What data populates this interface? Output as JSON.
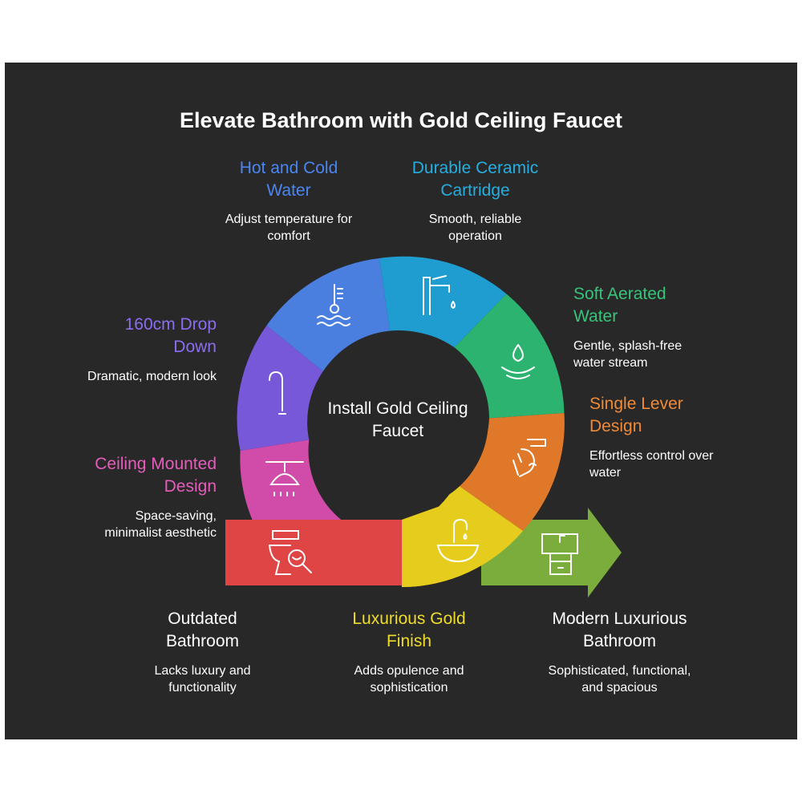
{
  "title": "Elevate Bathroom with Gold Ceiling Faucet",
  "center_label": "Install Gold Ceiling Faucet",
  "colors": {
    "background": "#282828",
    "hot_cold": "#4a7fe0",
    "ceramic": "#1f9dd0",
    "aerated": "#2bb36f",
    "lever": "#e0782a",
    "drop": "#7658d8",
    "ceiling": "#d04ca8",
    "outdated": "#e04545",
    "gold": "#e6cc1c",
    "modern": "#7bad3c"
  },
  "steps": {
    "hot_cold": {
      "title": "Hot and Cold Water",
      "desc": "Adjust temperature for comfort",
      "icon": "thermometer-water-icon"
    },
    "ceramic": {
      "title": "Durable Ceramic Cartridge",
      "desc": "Smooth, reliable operation",
      "icon": "faucet-icon"
    },
    "aerated": {
      "title": "Soft Aerated Water",
      "desc": "Gentle, splash-free water stream",
      "icon": "water-drop-icon"
    },
    "lever": {
      "title": "Single Lever Design",
      "desc": "Effortless control over water",
      "icon": "hand-lever-icon"
    },
    "drop": {
      "title": "160cm Drop Down",
      "desc": "Dramatic, modern look",
      "icon": "drop-pipe-icon"
    },
    "ceiling": {
      "title": "Ceiling Mounted Design",
      "desc": "Space-saving, minimalist aesthetic",
      "icon": "shower-head-icon"
    },
    "outdated": {
      "title": "Outdated Bathroom",
      "desc": "Lacks luxury and functionality",
      "icon": "toilet-inspect-icon"
    },
    "gold": {
      "title": "Luxurious Gold Finish",
      "desc": "Adds opulence and sophistication",
      "icon": "basin-icon"
    },
    "modern": {
      "title": "Modern Luxurious Bathroom",
      "desc": "Sophisticated, functional, and spacious",
      "icon": "vanity-icon"
    }
  }
}
